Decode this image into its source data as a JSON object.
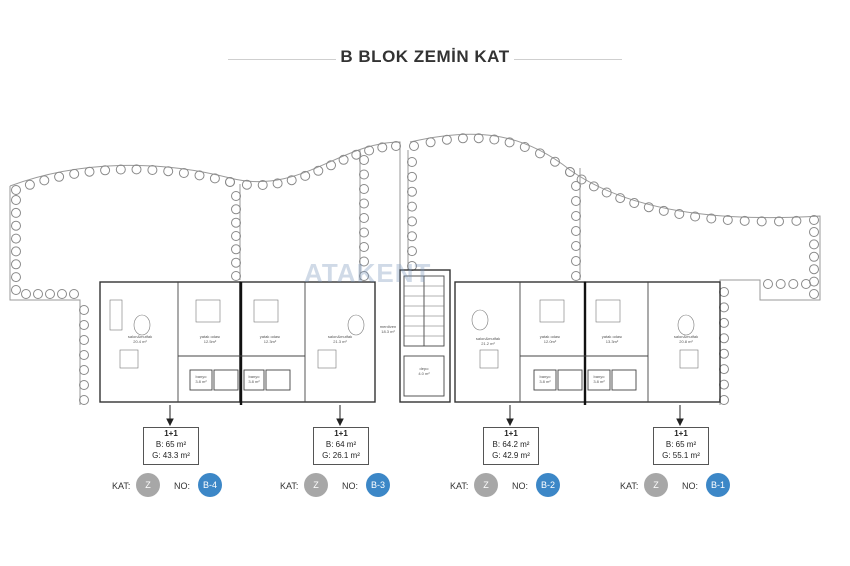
{
  "title": "B BLOK ZEMİN KAT",
  "watermark": "ATAKENT",
  "legend": {
    "floor_label": "KAT:",
    "number_label": "NO:"
  },
  "colors": {
    "floor_badge": "#a7a7a7",
    "unit_badge": "#3c87c7",
    "wall": "#333333",
    "tree": "#8a8a8a"
  },
  "units": [
    {
      "id": "B-4",
      "type": "1+1",
      "gross": "B: 65 m²",
      "garden": "G: 43.3 m²",
      "floor": "Z",
      "no": "B-4",
      "rooms": {
        "living": "salon&mutfak",
        "living_area": "20.4 m²",
        "bedroom": "yatak odası",
        "bedroom_area": "12.5m²",
        "bath": "banyo",
        "bath_area": "3.8 m²"
      }
    },
    {
      "id": "B-3",
      "type": "1+1",
      "gross": "B: 64 m²",
      "garden": "G: 26.1 m²",
      "floor": "Z",
      "no": "B-3",
      "rooms": {
        "living": "salon&mutfak",
        "living_area": "21.3 m²",
        "bedroom": "yatak odası",
        "bedroom_area": "12.3m²",
        "bath": "banyo",
        "bath_area": "3.8 m²"
      }
    },
    {
      "id": "B-2",
      "type": "1+1",
      "gross": "B: 64.2 m²",
      "garden": "G: 42.9 m²",
      "floor": "Z",
      "no": "B-2",
      "rooms": {
        "living": "salon&mutfak",
        "living_area": "21.2 m²",
        "bedroom": "yatak odası",
        "bedroom_area": "12.0m²",
        "bath": "banyo",
        "bath_area": "3.8 m²"
      }
    },
    {
      "id": "B-1",
      "type": "1+1",
      "gross": "B: 65 m²",
      "garden": "G: 55.1 m²",
      "floor": "Z",
      "no": "B-1",
      "rooms": {
        "living": "salon&mutfak",
        "living_area": "20.8 m²",
        "bedroom": "yatak odası",
        "bedroom_area": "13.3m²",
        "bath": "banyo",
        "bath_area": "3.8 m²"
      }
    }
  ],
  "core": {
    "hall": "merdiven",
    "hall_area": "18.3 m²",
    "storage": "depo",
    "storage_area": "4.0 m²"
  }
}
